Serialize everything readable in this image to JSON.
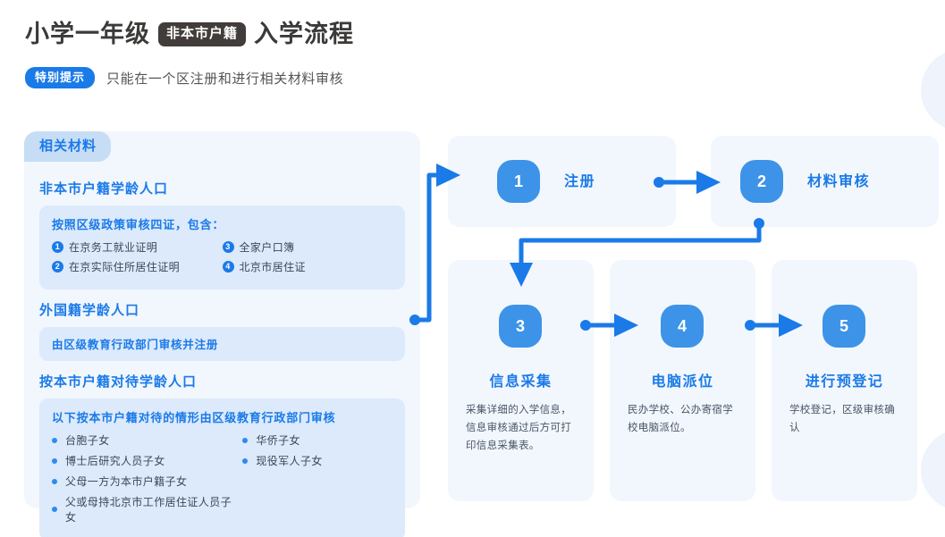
{
  "header": {
    "title_main": "小学一年级",
    "title_badge": "非本市户籍",
    "title_tail": "入学流程",
    "tip_pill": "特别提示",
    "tip_text": "只能在一个区注册和进行相关材料审核"
  },
  "left_panel": {
    "tab_label": "相关材料",
    "sections": [
      {
        "title": "非本市户籍学龄人口",
        "card_head": "按照区级政策审核四证，包含：",
        "numbered_items": [
          {
            "num": "1",
            "label": "在京务工就业证明"
          },
          {
            "num": "3",
            "label": "全家户口簿"
          },
          {
            "num": "2",
            "label": "在京实际住所居住证明"
          },
          {
            "num": "4",
            "label": "北京市居住证"
          }
        ]
      },
      {
        "title": "外国籍学龄人口",
        "card_line": "由区级教育行政部门审核并注册"
      },
      {
        "title": "按本市户籍对待学龄人口",
        "card_head": "以下按本市户籍对待的情形由区级教育行政部门审核",
        "bullets_left": [
          "台胞子女",
          "博士后研究人员子女",
          "父母一方为本市户籍子女",
          "父或母持北京市工作居住证人员子女"
        ],
        "bullets_right": [
          "华侨子女",
          "现役军人子女"
        ]
      }
    ]
  },
  "flow": {
    "steps": [
      {
        "num": "1",
        "label": "注册",
        "desc": ""
      },
      {
        "num": "2",
        "label": "材料审核",
        "desc": ""
      },
      {
        "num": "3",
        "label": "信息采集",
        "desc": "采集详细的入学信息，信息审核通过后方可打印信息采集表。"
      },
      {
        "num": "4",
        "label": "电脑派位",
        "desc": "民办学校、公办寄宿学校电脑派位。"
      },
      {
        "num": "5",
        "label": "进行预登记",
        "desc": "学校登记，区级审核确认"
      }
    ]
  },
  "colors": {
    "accent": "#1a7ae8",
    "badge_blue": "#3d93e8",
    "card_bg": "#f2f7fd",
    "sub_card_bg": "#dceafb",
    "tab_bg": "#c6ddf5",
    "dark_badge": "#423d3b",
    "deco": "#eef3fc",
    "wire": "#1a7ae8"
  }
}
